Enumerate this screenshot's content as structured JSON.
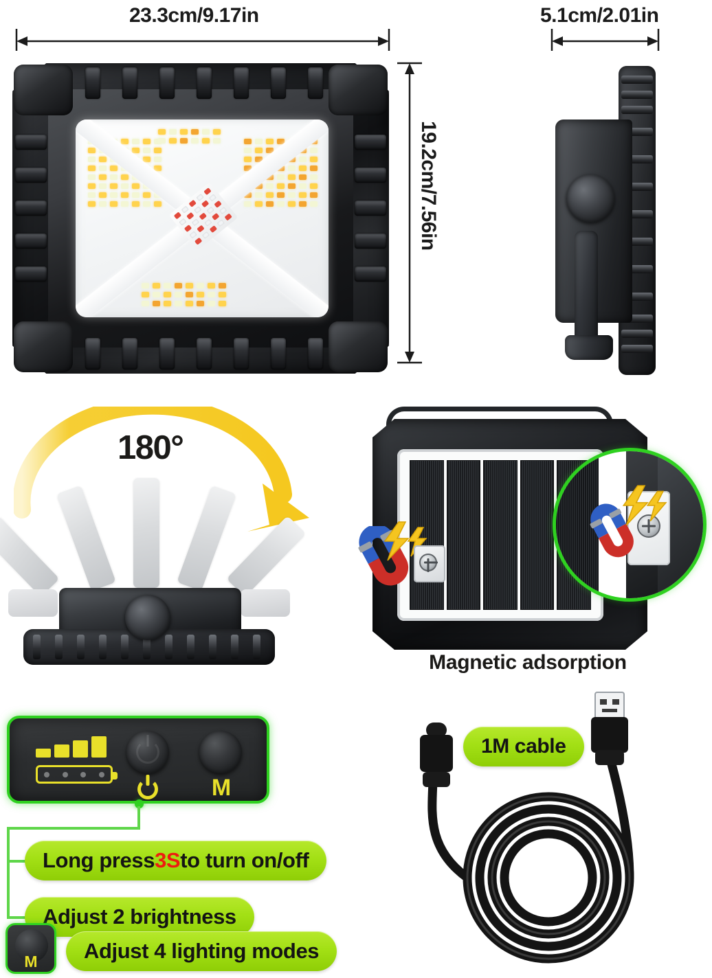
{
  "dimensions": {
    "width_label": "23.3cm/9.17in",
    "height_label": "19.2cm/7.56in",
    "depth_label": "5.1cm/2.01in"
  },
  "rotation": {
    "angle_label": "180°"
  },
  "magnetic": {
    "caption": "Magnetic adsorption"
  },
  "controls": {
    "power_glyph": "power-symbol",
    "mode_label": "M",
    "battery_bars": 4,
    "battery_dots": 4,
    "callouts": [
      {
        "prefix": "Long press ",
        "highlight": "3S",
        "suffix": " to turn on/off"
      },
      {
        "text": "Adjust 2 brightness"
      },
      {
        "text": "Adjust 4 lighting modes"
      }
    ],
    "mode_thumb_label": "M"
  },
  "cable": {
    "label": "1M cable",
    "usb_a": "usb-a-connector",
    "usb_c": "usb-c-connector"
  },
  "colors": {
    "accent_green": "#2fd120",
    "pill_green": "#a3e015",
    "highlight_red": "#ee1b10",
    "led_yellow": "#e9e02a",
    "arrow_yellow": "#f5cc2a",
    "body_dark": "#1e2023"
  }
}
